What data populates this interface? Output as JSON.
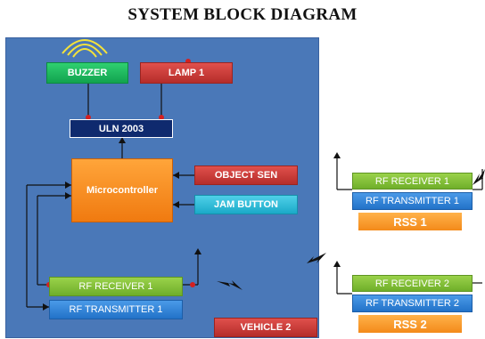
{
  "title": "SYSTEM BLOCK DIAGRAM",
  "blocks": {
    "buzzer": "BUZZER",
    "lamp": "LAMP 1",
    "uln": "ULN 2003",
    "micro": "Microcontroller",
    "object_sensor": "OBJECT SEN",
    "jam_button": "JAM BUTTON",
    "rf_receiver_1": "RF RECEIVER 1",
    "rf_transmitter_1": "RF TRANSMITTER 1",
    "vehicle": "VEHICLE 2",
    "rss1_receiver": "RF RECEIVER 1",
    "rss1_transmitter": "RF TRANSMITTER 1",
    "rss1": "RSS 1",
    "rss2_receiver": "RF RECEIVER 2",
    "rss2_transmitter": "RF TRANSMITTER 2",
    "rss2": "RSS 2"
  },
  "colors": {
    "panel": "#4a78b8",
    "wire": "#111111",
    "junction": "#d42020"
  }
}
